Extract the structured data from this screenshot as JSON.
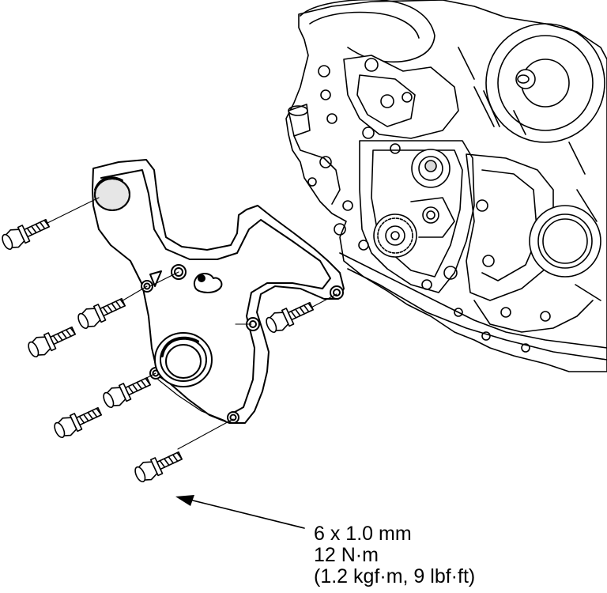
{
  "callout": {
    "bolt_size": "6 x 1.0 mm",
    "torque_nm": "12 N·m",
    "torque_alt": "(1.2 kgf·m, 9 lbf·ft)"
  },
  "colors": {
    "line": "#000000",
    "paper": "#ffffff",
    "shade": "#d9d9d9"
  }
}
